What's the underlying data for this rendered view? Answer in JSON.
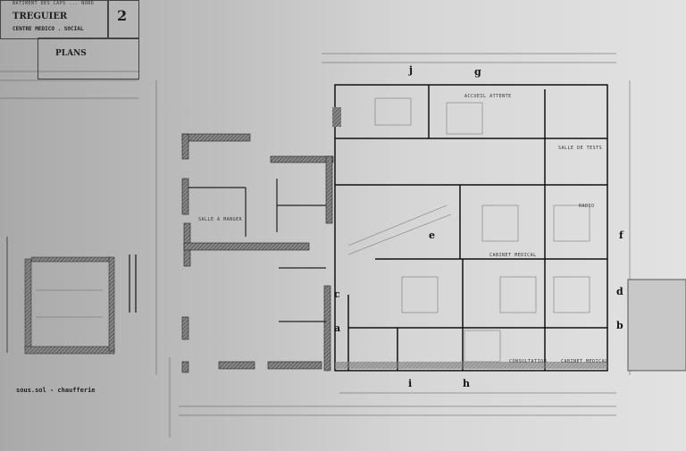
{
  "title_block": {
    "top_note": "BATIMENT DES CAPS ... NORD",
    "city": "TREGUIER",
    "subtitle": "CENTRE MEDICO . SOCIAL",
    "sheet_number": "2",
    "sheet_title": "PLANS"
  },
  "basement": {
    "caption": "sous.sol - chaufferie"
  },
  "section_markers": [
    "j",
    "g",
    "f",
    "e",
    "d",
    "c",
    "a",
    "b",
    "i",
    "h"
  ],
  "rooms": {
    "salle_a_manger": "SALLE A MANGER",
    "accueil": "ACCUEIL ATTENTE",
    "salle_tests": "SALLE DE TESTS",
    "cabinet_medical_1": "CABINET MEDICAL",
    "radio": "RADIO",
    "consultation": "CONSULTATION",
    "cabinet_medical_2": "CABINET MEDICAL"
  }
}
